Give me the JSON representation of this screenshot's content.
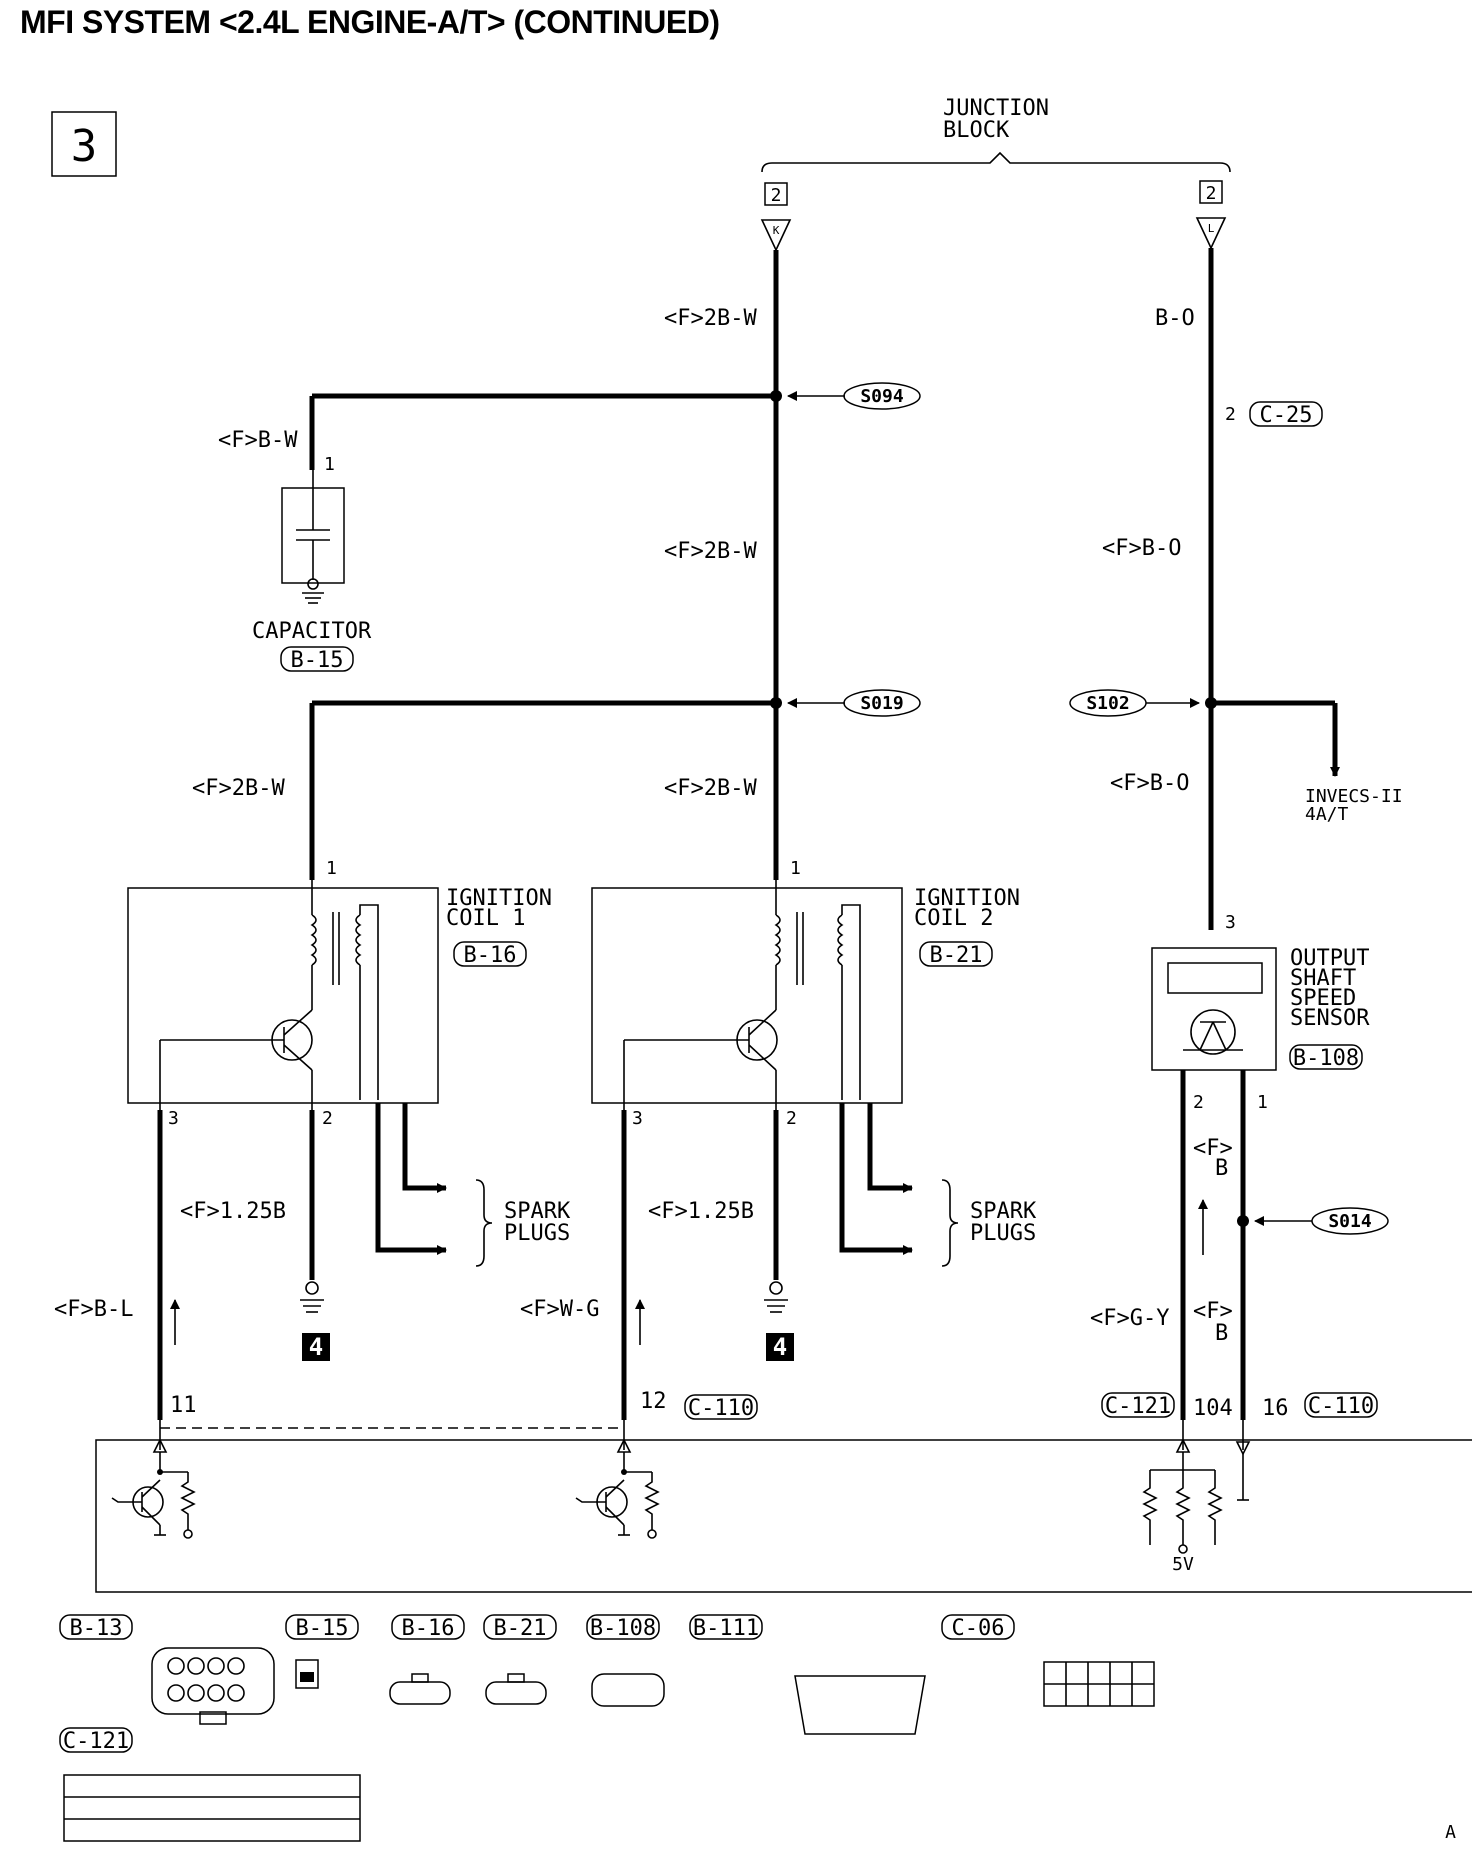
{
  "header": {
    "title": "MFI SYSTEM <2.4L ENGINE-A/T> (CONTINUED)",
    "page_marker": "3"
  },
  "junction_block": {
    "label_line1": "JUNCTION",
    "label_line2": "BLOCK",
    "terminal_k_num": "2",
    "terminal_k": "K",
    "terminal_l_num": "2",
    "terminal_l": "L"
  },
  "wires": {
    "k_top": "<F>2B-W",
    "k_mid": "<F>2B-W",
    "k_low": "<F>2B-W",
    "cap_wire": "<F>B-W",
    "coil1_in": "<F>2B-W",
    "l_top": "B-O",
    "l_mid": "<F>B-O",
    "l_low": "<F>B-O",
    "coil1_gnd": "<F>1.25B",
    "coil2_gnd": "<F>1.25B",
    "coil1_sig": "<F>B-L",
    "coil2_sig": "<F>W-G",
    "sensor_sig": "<F>G-Y",
    "sensor_gnd_a_1": "<F>",
    "sensor_gnd_a_2": "B",
    "sensor_gnd_b_1": "<F>",
    "sensor_gnd_b_2": "B"
  },
  "splices": {
    "s094": "S094",
    "s019": "S019",
    "s102": "S102",
    "s014": "S014"
  },
  "connectors_inline": {
    "c25_pin": "2",
    "c25": "C-25"
  },
  "components": {
    "capacitor": {
      "label": "CAPACITOR",
      "connector": "B-15",
      "pin": "1"
    },
    "coil1": {
      "line1": "IGNITION",
      "line2": "COIL 1",
      "connector": "B-16",
      "pin_top": "1",
      "pin_left": "3",
      "pin_gnd": "2"
    },
    "coil2": {
      "line1": "IGNITION",
      "line2": "COIL 2",
      "connector": "B-21",
      "pin_top": "1",
      "pin_left": "3",
      "pin_gnd": "2"
    },
    "spark1": {
      "line1": "SPARK",
      "line2": "PLUGS"
    },
    "spark2": {
      "line1": "SPARK",
      "line2": "PLUGS"
    },
    "sensor": {
      "line1": "OUTPUT",
      "line2": "SHAFT",
      "line3": "SPEED",
      "line4": "SENSOR",
      "connector": "B-108",
      "pin_top": "3",
      "pin_2": "2",
      "pin_1": "1"
    },
    "invecs": {
      "line1": "INVECS-II",
      "line2": "4A/T"
    },
    "ground_ref": "4"
  },
  "ecu_pins": {
    "p11": "11",
    "p12": "12",
    "c110_a": "C-110",
    "c121": "C-121",
    "p104": "104",
    "p16": "16",
    "c110_b": "C-110",
    "v5": "5V"
  },
  "connector_views": {
    "b13": "B-13",
    "b15": "B-15",
    "b16": "B-16",
    "b21": "B-21",
    "b108": "B-108",
    "b111": "B-111",
    "c06": "C-06",
    "c121": "C-121"
  },
  "footer": {
    "corner": "A"
  }
}
